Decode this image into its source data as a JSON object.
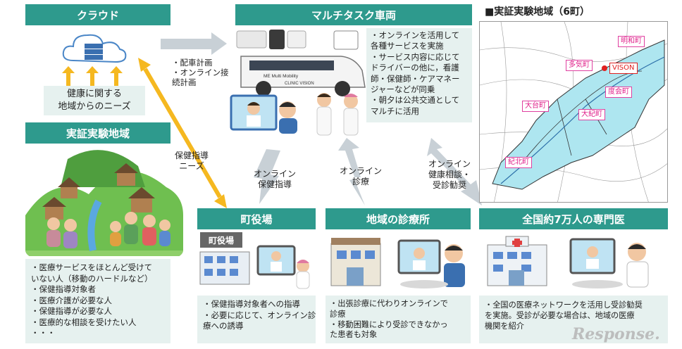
{
  "cloud": {
    "title": "クラウド",
    "needs_line1": "健康に関する",
    "needs_line2": "地域からのニーズ"
  },
  "region_left": {
    "title": "実証実験地域",
    "items": [
      "・医療サービスをほとんど受けて",
      "いない人（移動のハードルなど）",
      "・保健指導対象者",
      "・医療介護が必要な人",
      "・保健指導が必要な人",
      "・医療的な相談を受けたい人",
      "・・・"
    ]
  },
  "vehicle": {
    "title": "マルチタスク車両",
    "van_label": "ME Multi Mobility",
    "van_label2": "CLINIC VISION",
    "items": [
      "・オンラインを活用して",
      "各種サービスを実施",
      "・サービス内容に応じて",
      "ドライバーの他に，看護",
      "師・保健師・ケアマネー",
      "ジャーなどが同乗",
      "・朝夕は公共交通として",
      "マルチに活用"
    ]
  },
  "dispatch": {
    "lines": [
      "・配車計画",
      "・オンライン接",
      "続計画"
    ]
  },
  "health_needs": {
    "line1": "保健指導",
    "line2": "ニーズ"
  },
  "online_guidance": {
    "line1": "オンライン",
    "line2": "保健指導"
  },
  "online_diagnosis": {
    "line1": "オンライン",
    "line2": "診療"
  },
  "online_consult": {
    "line1": "オンライン",
    "line2": "健康相談・",
    "line3": "受診勧奨"
  },
  "map": {
    "title": "■実証実験地域（6町）",
    "towns": [
      "明和町",
      "多気町",
      "VISON",
      "度会町",
      "大台町",
      "大紀町",
      "紀北町"
    ]
  },
  "town_hall": {
    "title": "町役場",
    "sign": "町役場",
    "items": [
      "・保健指導対象者への指導",
      "・必要に応じて、オンライン診",
      "療への誘導"
    ]
  },
  "clinic": {
    "title": "地域の診療所",
    "items": [
      "・出張診療に代わりオンラインで",
      "診療",
      "・移動困難により受診できなかっ",
      "た患者も対象"
    ]
  },
  "specialists": {
    "title": "全国約7万人の専門医",
    "items": [
      "・全国の医療ネットワークを活用し受診勧奨",
      "を実施。受診が必要な場合は、地域の医療",
      "機関を紹介"
    ]
  },
  "watermark": "Response.",
  "colors": {
    "header": "#2e9a8d",
    "note_bg": "#e6f1ef",
    "arrow_gray": "#c8d0d6",
    "arrow_yellow": "#f5b820",
    "map_fill": "#aee6f0",
    "town_pink": "#e0208a"
  }
}
